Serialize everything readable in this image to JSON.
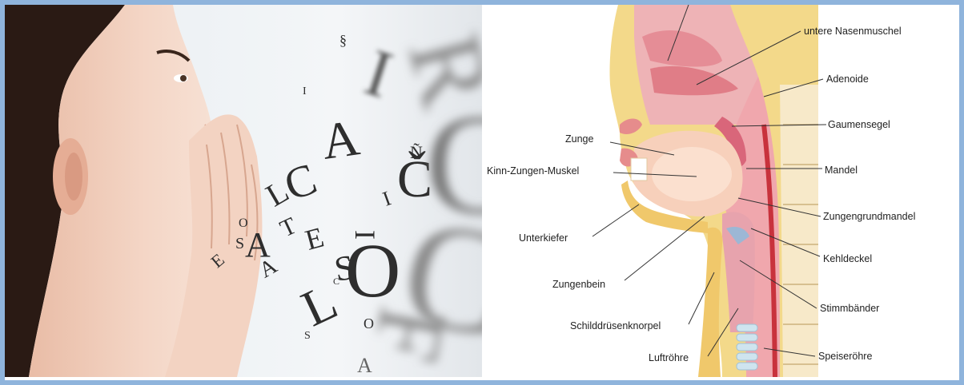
{
  "diagram": {
    "labels": {
      "untere_nasenmuschel": "untere Nasenmuschel",
      "adenoide": "Adenoide",
      "gaumensegel": "Gaumensegel",
      "zunge": "Zunge",
      "kinn_zungen_muskel": "Kinn-Zungen-Muskel",
      "mandel": "Mandel",
      "zungengrundmandel": "Zungengrundmandel",
      "unterkiefer": "Unterkiefer",
      "kehldeckel": "Kehldeckel",
      "zungenbein": "Zungenbein",
      "stimmbaender": "Stimmbänder",
      "schilddruesenknorpel": "Schilddrüsenknorpel",
      "luftroehre": "Luftröhre",
      "speiseroehre": "Speiseröhre"
    }
  },
  "photo": {
    "floating_letters": [
      "§",
      "I",
      "A",
      "I",
      "C",
      "Č",
      "C",
      "I",
      "L",
      "E",
      "T",
      "A",
      "O",
      "S",
      "S",
      "L",
      "O",
      "I",
      "O",
      "S",
      "A",
      "C",
      "F",
      "R",
      "E",
      "C",
      "A",
      "Ñ"
    ]
  },
  "colors": {
    "frame": "#8fb4dc",
    "skin": "#f2d2bf",
    "hair": "#2a1a14",
    "bone": "#f3d98a",
    "tissue": "#f0a7ad",
    "artery_red": "#c8323c"
  }
}
